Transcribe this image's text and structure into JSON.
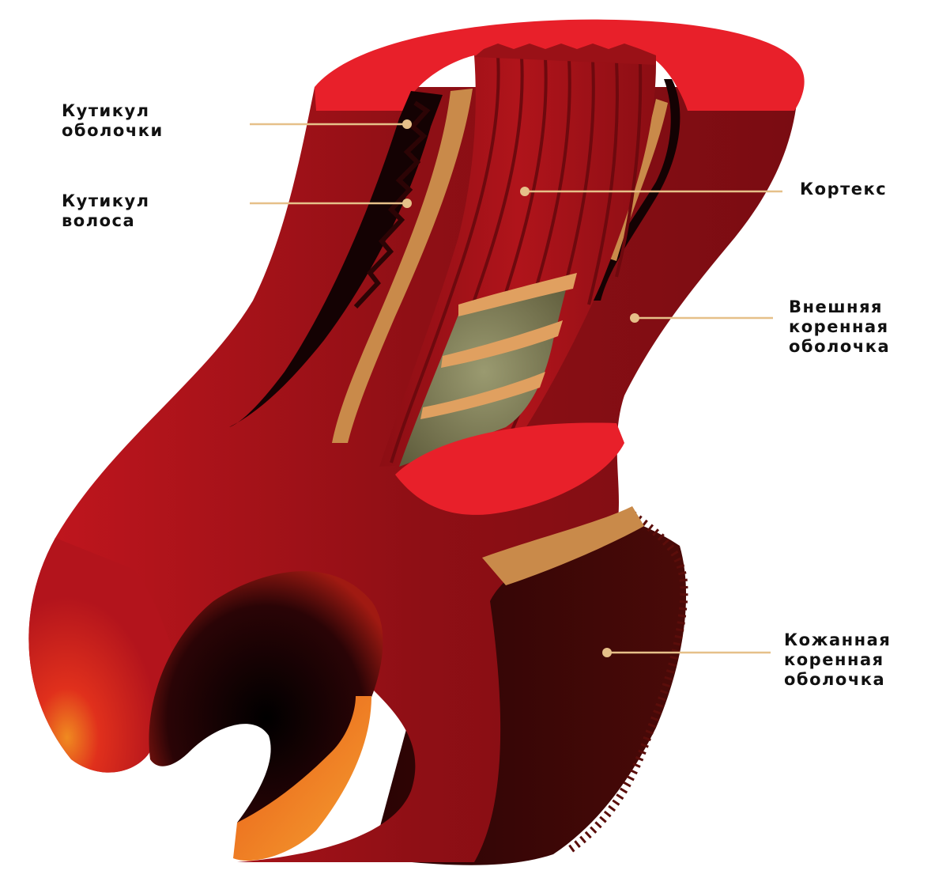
{
  "diagram": {
    "labels": {
      "cuticle_sheath": [
        "Кутикул",
        "оболочки"
      ],
      "cuticle_hair": [
        "Кутикул",
        "волоса"
      ],
      "cortex": [
        "Кортекс"
      ],
      "outer_root_sheath": [
        "Внешняя",
        "коренная",
        "оболочка"
      ],
      "dermal_root_sheath": [
        "Кожанная",
        "коренная",
        "оболочка"
      ]
    },
    "colors": {
      "sheath_dark": "#8a0f14",
      "sheath_mid": "#b3141c",
      "sheath_bright": "#e8202a",
      "cortex": "#a01218",
      "cuticle_tan": "#c98a4a",
      "medulla": "#7d7a55",
      "inner_black": "#1a0304",
      "dermal": "#3a0606",
      "leader_line": "#e6c089"
    }
  }
}
